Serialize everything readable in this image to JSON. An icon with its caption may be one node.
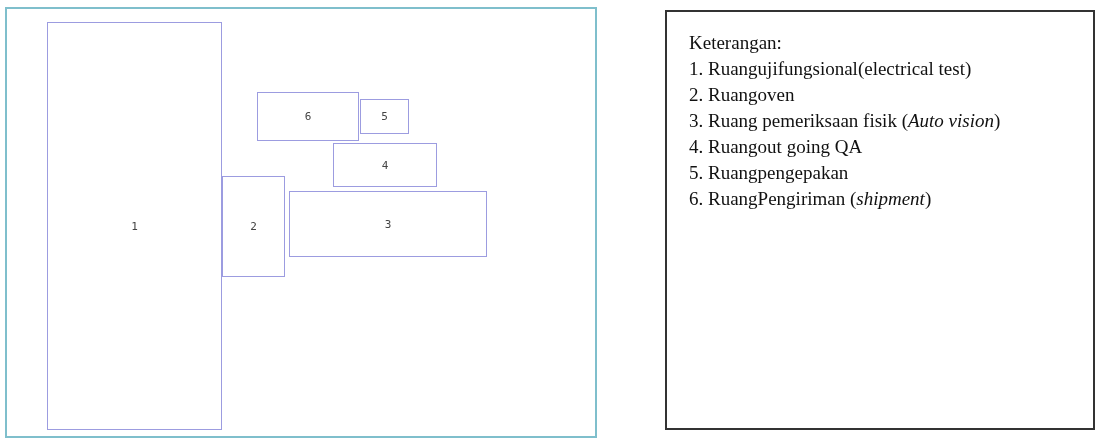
{
  "diagram": {
    "nodes": [
      {
        "text": [
          "1"
        ]
      },
      {
        "text": [
          "2"
        ]
      },
      {
        "text": [
          "3"
        ]
      },
      {
        "text": [
          "4"
        ]
      },
      {
        "text": [
          "5"
        ]
      },
      {
        "text": [
          "6"
        ]
      },
      {
        "text": [
          "Keterangan:",
          "1. Ruangujifungsional(electrical test)",
          "2. Ruangoven",
          "3. Ruang pemeriksaan fisik (*Auto vision*)",
          "4. Ruangout going QA",
          "5. Ruangpengepakan",
          "6. RuangPengiriman (*shipment*)"
        ]
      }
    ],
    "edges": []
  }
}
